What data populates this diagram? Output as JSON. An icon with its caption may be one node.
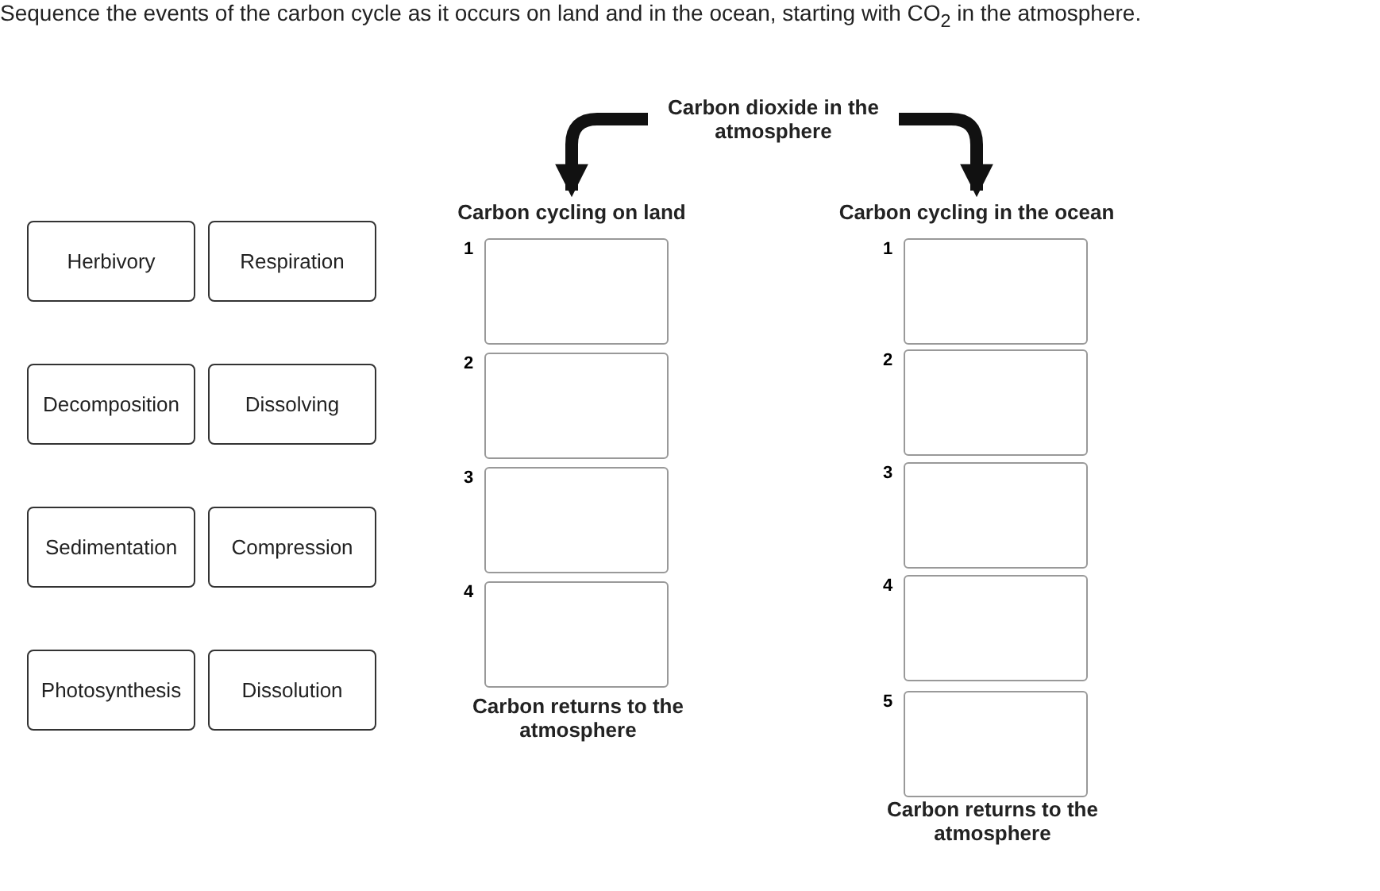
{
  "diagram": {
    "title": "Sequence the events of the carbon cycle as it occurs on land and in the ocean, starting with CO$_{2}$ in the atmosphere.",
    "nodes": [
      {
        "text": [
          "Carbon dioxide in the atmosphere"
        ]
      },
      {
        "text": [
          "Carbon cycling on land"
        ]
      },
      {
        "text": [
          "Carbon cycling in the ocean"
        ]
      },
      {
        "text": [
          "Herbivory"
        ]
      },
      {
        "text": [
          "Respiration"
        ]
      },
      {
        "text": [
          "Decomposition"
        ]
      },
      {
        "text": [
          "Dissolving"
        ]
      },
      {
        "text": [
          "Sedimentation"
        ]
      },
      {
        "text": [
          "Compression"
        ]
      },
      {
        "text": [
          "Photosynthesis"
        ]
      },
      {
        "text": [
          "Dissolution"
        ]
      },
      {
        "text": [],
        "shape": "box",
        "beside": [
          "1"
        ]
      },
      {
        "text": [],
        "shape": "box",
        "beside": [
          "2"
        ]
      },
      {
        "text": [],
        "shape": "box",
        "beside": [
          "3"
        ]
      },
      {
        "text": [],
        "shape": "box",
        "beside": [
          "4"
        ]
      },
      {
        "text": [],
        "shape": "box",
        "beside": [
          "1"
        ]
      },
      {
        "text": [],
        "shape": "box",
        "beside": [
          "2"
        ]
      },
      {
        "text": [],
        "shape": "box",
        "beside": [
          "3"
        ]
      },
      {
        "text": [],
        "shape": "box",
        "beside": [
          "4"
        ]
      },
      {
        "text": [],
        "shape": "box",
        "beside": [
          "5"
        ]
      }
    ],
    "edges": [
      {
        "from": 0,
        "to": 1,
        "arrow": "to"
      },
      {
        "from": 0,
        "to": 2,
        "arrow": "to"
      }
    ],
    "labels": [
      "Carbon returns to the atmosphere",
      "Carbon returns to the atmosphere"
    ]
  }
}
